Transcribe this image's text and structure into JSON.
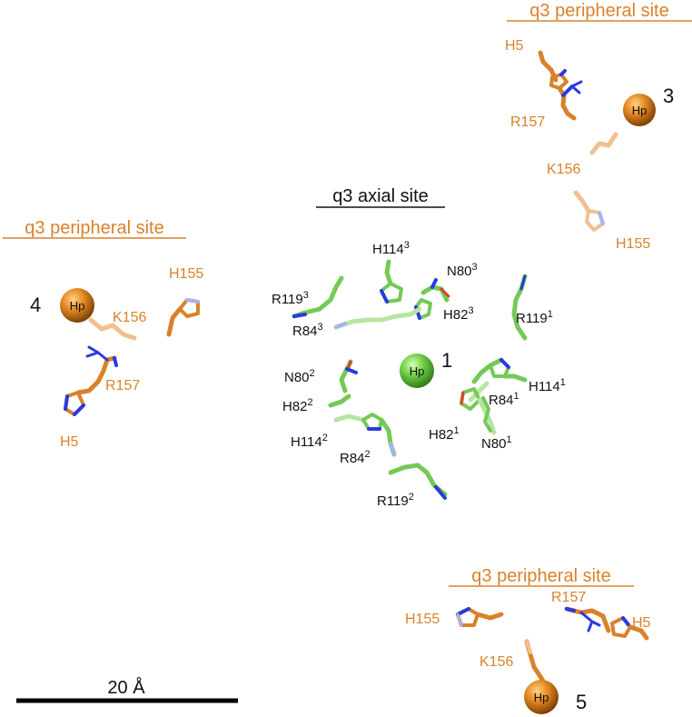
{
  "colors": {
    "orange": "#d9822b",
    "orange_light": "#f0c08e",
    "green": "#74c957",
    "green_light": "#b7e5a2",
    "nitrogen": "#2b3ae0",
    "oxygen": "#e0402b",
    "ion_orange": "#d27a17",
    "ion_green": "#5cc63a",
    "black": "#111111"
  },
  "axial": {
    "title": "q3 axial site",
    "site_number": "1",
    "ion_label": "Hp",
    "residues": {
      "h114_3": {
        "base": "H114",
        "sup": "3"
      },
      "n80_3": {
        "base": "N80",
        "sup": "3"
      },
      "r119_3": {
        "base": "R119",
        "sup": "3"
      },
      "h82_3": {
        "base": "H82",
        "sup": "3"
      },
      "r84_3": {
        "base": "R84",
        "sup": "3"
      },
      "r119_1": {
        "base": "R119",
        "sup": "1"
      },
      "n80_2": {
        "base": "N80",
        "sup": "2"
      },
      "h82_2": {
        "base": "H82",
        "sup": "2"
      },
      "h114_2": {
        "base": "H114",
        "sup": "2"
      },
      "r84_2": {
        "base": "R84",
        "sup": "2"
      },
      "r119_2": {
        "base": "R119",
        "sup": "2"
      },
      "r84_1": {
        "base": "R84",
        "sup": "1"
      },
      "h114_1": {
        "base": "H114",
        "sup": "1"
      },
      "h82_1": {
        "base": "H82",
        "sup": "1"
      },
      "n80_1": {
        "base": "N80",
        "sup": "1"
      }
    }
  },
  "site3": {
    "title": "q3 peripheral site",
    "site_number": "3",
    "ion_label": "Hp",
    "labels": {
      "h5": "H5",
      "r157": "R157",
      "k156": "K156",
      "h155": "H155"
    }
  },
  "site4": {
    "title": "q3 peripheral site",
    "site_number": "4",
    "ion_label": "Hp",
    "labels": {
      "h155": "H155",
      "k156": "K156",
      "r157": "R157",
      "h5": "H5"
    }
  },
  "site5": {
    "title": "q3 peripheral site",
    "site_number": "5",
    "ion_label": "Hp",
    "labels": {
      "h155": "H155",
      "r157": "R157",
      "h5": "H5",
      "k156": "K156"
    }
  },
  "scale_bar": {
    "label": "20 Å"
  }
}
